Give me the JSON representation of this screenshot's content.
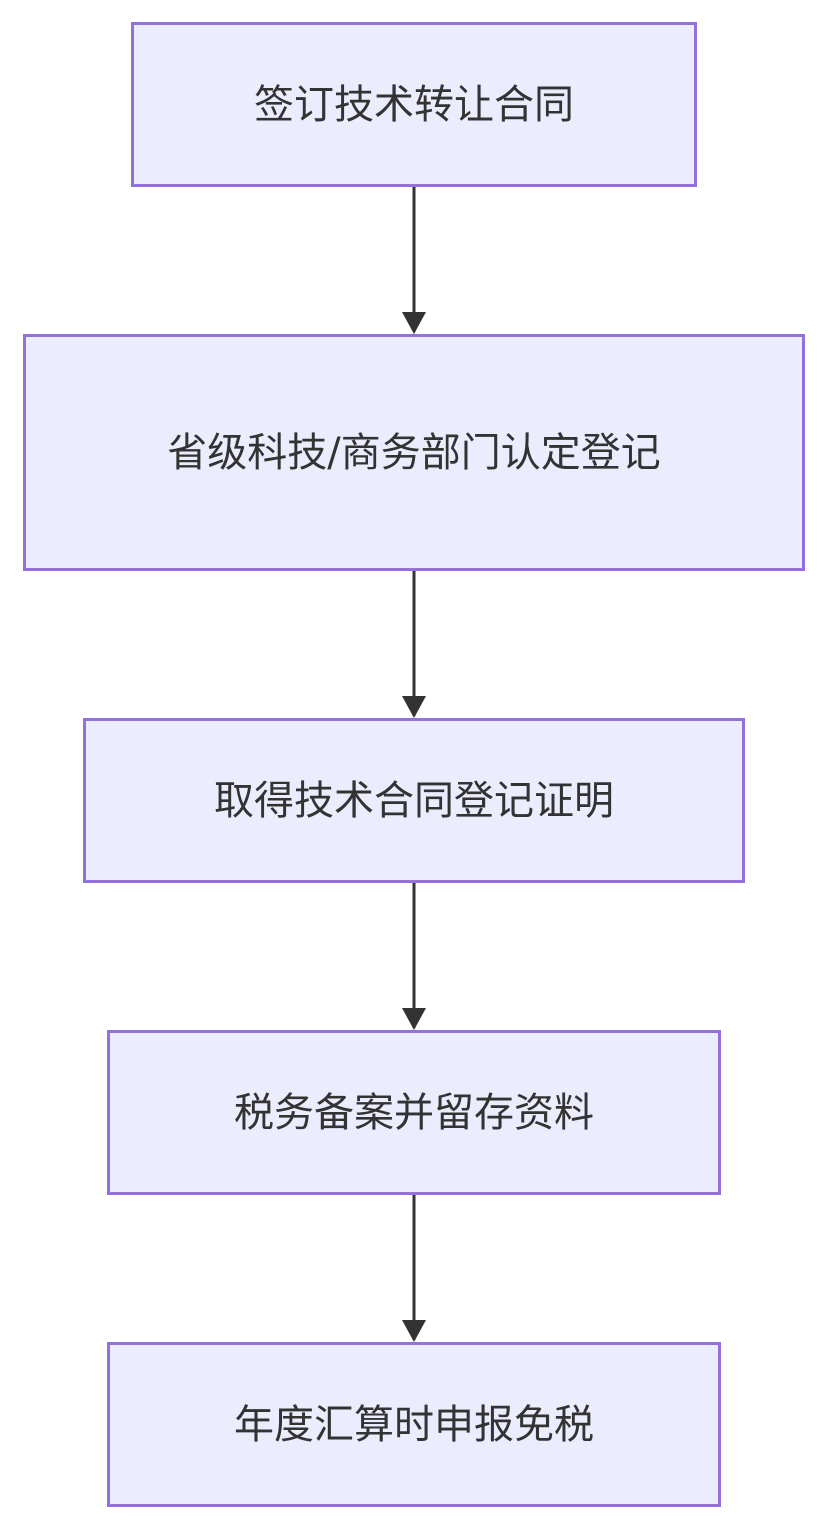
{
  "colors": {
    "node_fill": "#ECECFF",
    "node_stroke": "#9370DB",
    "edge": "#333333",
    "text": "#333333"
  },
  "flowchart": {
    "nodes": [
      {
        "id": "n1",
        "label": "签订技术转让合同"
      },
      {
        "id": "n2",
        "label": "省级科技/商务部门认定登记"
      },
      {
        "id": "n3",
        "label": "取得技术合同登记证明"
      },
      {
        "id": "n4",
        "label": "税务备案并留存资料"
      },
      {
        "id": "n5",
        "label": "年度汇算时申报免税"
      }
    ],
    "edges": [
      {
        "from": "n1",
        "to": "n2"
      },
      {
        "from": "n2",
        "to": "n3"
      },
      {
        "from": "n3",
        "to": "n4"
      },
      {
        "from": "n4",
        "to": "n5"
      }
    ]
  }
}
